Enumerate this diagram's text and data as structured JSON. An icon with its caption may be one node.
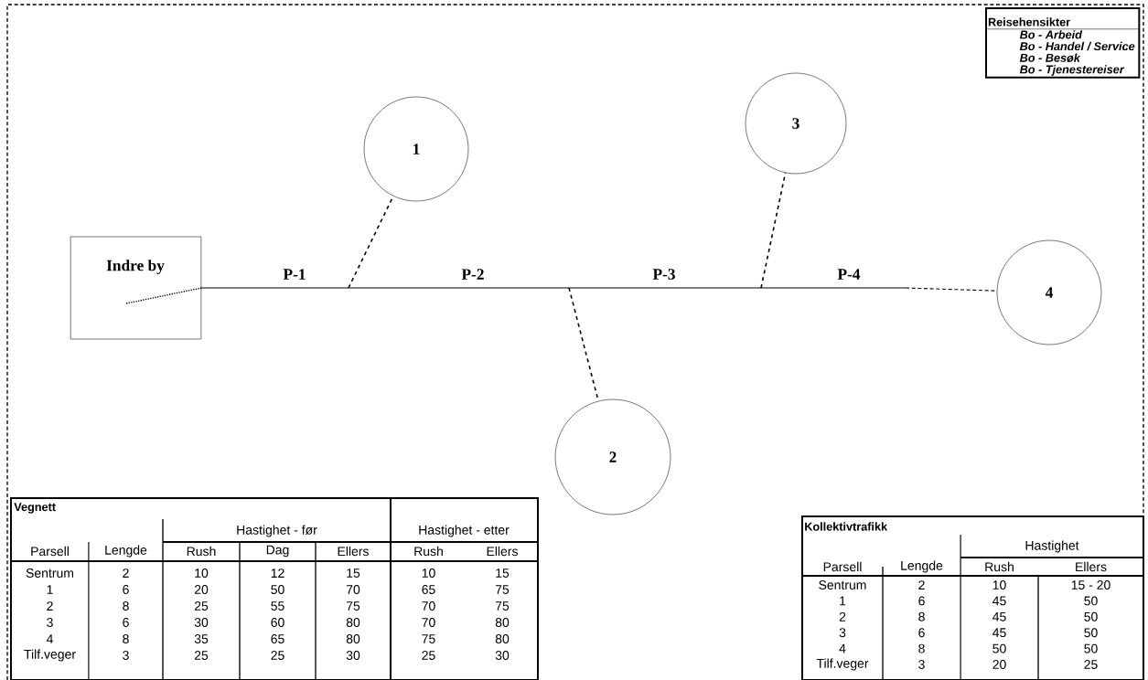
{
  "diagram": {
    "nodes": [
      {
        "text": [
          "Indre by"
        ]
      },
      {
        "text": [
          "1"
        ]
      },
      {
        "text": [
          "2"
        ]
      },
      {
        "text": [
          "3"
        ]
      },
      {
        "text": [
          "4"
        ]
      },
      {
        "text": [
          "Reisehensikter",
          "Bo - Arbeid",
          "Bo - Handel / Service",
          "Bo - Besøk",
          "Bo - Tjenestereiser"
        ]
      }
    ],
    "edges": [
      {
        "from": 0,
        "to": 4,
        "arrow": "none"
      },
      {
        "from": null,
        "to": 1,
        "arrow": "none",
        "style": "dashed"
      },
      {
        "from": null,
        "to": 2,
        "arrow": "none",
        "style": "dashed"
      },
      {
        "from": null,
        "to": 3,
        "arrow": "none",
        "style": "dashed"
      }
    ],
    "labels": [
      "P-1",
      "P-2",
      "P-3",
      "P-4",
      "Vegnett",
      "Hastighet - før",
      "Hastighet - etter",
      "Parsell",
      "Lengde",
      "Rush",
      "Dag",
      "Ellers",
      "Rush",
      "Ellers",
      "Sentrum",
      "2",
      "10",
      "12",
      "15",
      "10",
      "15",
      "1",
      "6",
      "20",
      "50",
      "70",
      "65",
      "75",
      "2",
      "8",
      "25",
      "55",
      "75",
      "70",
      "75",
      "3",
      "6",
      "30",
      "60",
      "80",
      "70",
      "80",
      "4",
      "8",
      "35",
      "65",
      "80",
      "75",
      "80",
      "Tilf.veger",
      "3",
      "25",
      "25",
      "30",
      "25",
      "30",
      "Kollektivtrafikk",
      "Hastighet",
      "Parsell",
      "Lengde",
      "Rush",
      "Ellers",
      "Sentrum",
      "2",
      "10",
      "15 - 20",
      "1",
      "6",
      "45",
      "50",
      "2",
      "8",
      "45",
      "50",
      "3",
      "6",
      "45",
      "50",
      "4",
      "8",
      "50",
      "50",
      "Tilf.veger",
      "3",
      "20",
      "25"
    ]
  }
}
